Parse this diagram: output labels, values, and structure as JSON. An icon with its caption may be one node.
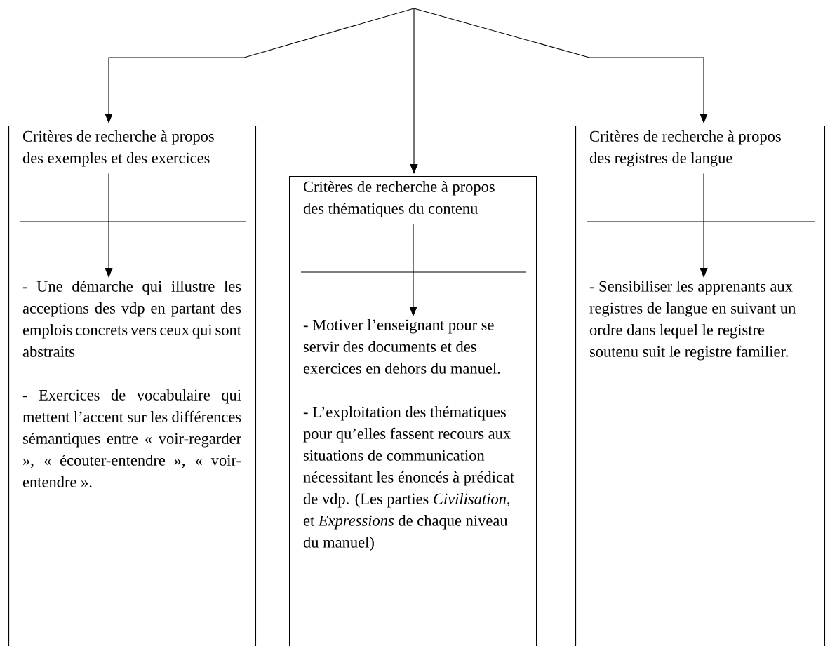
{
  "diagram": {
    "nodes": [
      {
        "text": [],
        "shape": "box"
      },
      {
        "text": [
          "Critères de recherche à propos des exemples et des exercices"
        ],
        "in": 0
      },
      {
        "text": [
          "- Une démarche qui illustre les acceptions des vdp en partant des emplois concrets vers ceux qui sont abstraits",
          "- Exercices de vocabulaire qui mettent l’accent sur les différences sémantiques entre « voir-regarder », « écouter-entendre », « voir-entendre »."
        ],
        "in": 0
      },
      {
        "text": [],
        "shape": "box"
      },
      {
        "text": [
          "Critères de recherche à propos des thématiques du contenu"
        ],
        "in": 3
      },
      {
        "text": [
          "- Motiver l’enseignant pour se servir des documents et des exercices en dehors du manuel.",
          "- L’exploitation des thématiques pour qu’elles fassent recours aux situations de communication nécessitant les énoncés à prédicat de vdp. (Les parties *Civilisation*, et *Expressions* de chaque niveau du manuel)"
        ],
        "in": 3
      },
      {
        "text": [],
        "shape": "box"
      },
      {
        "text": [
          "Critères de recherche à propos des registres de langue"
        ],
        "in": 6
      },
      {
        "text": [
          "- Sensibiliser les apprenants aux registres de langue en suivant un ordre dans lequel le registre soutenu suit le registre familier."
        ],
        "in": 6
      }
    ],
    "edges": [
      {
        "from": null,
        "to": 0,
        "arrow": "to"
      },
      {
        "from": null,
        "to": 3,
        "arrow": "to"
      },
      {
        "from": null,
        "to": 6,
        "arrow": "to"
      },
      {
        "from": 1,
        "to": 2,
        "arrow": "to"
      },
      {
        "from": 4,
        "to": 5,
        "arrow": "to"
      },
      {
        "from": 7,
        "to": 8,
        "arrow": "to"
      }
    ]
  }
}
